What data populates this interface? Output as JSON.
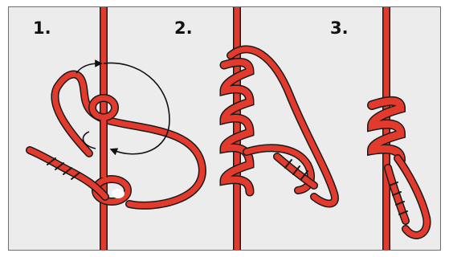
{
  "steps": [
    {
      "label": "1."
    },
    {
      "label": "2."
    },
    {
      "label": "3."
    }
  ],
  "colors": {
    "background": "#ececec",
    "rope": "#e23a2c",
    "rope_outline": "#1a1a1a",
    "arrow": "#111111",
    "border": "#6e6e6e"
  }
}
